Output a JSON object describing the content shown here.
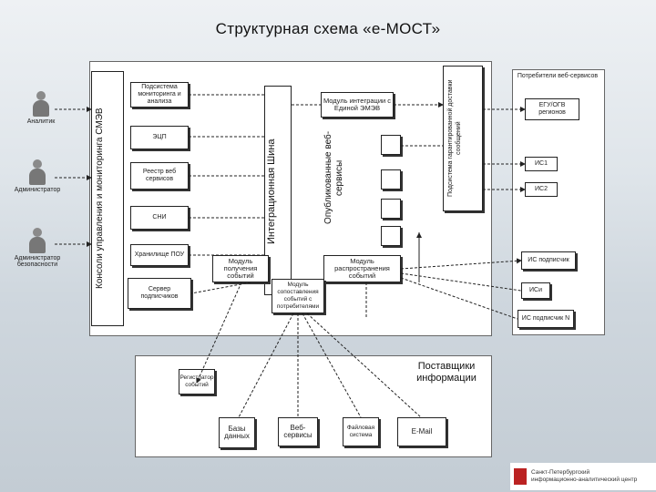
{
  "title": "Структурная схема «е-МОСТ»",
  "users": [
    {
      "label": "Аналитик"
    },
    {
      "label": "Администратор"
    },
    {
      "label": "Администратор безопасности"
    }
  ],
  "console_label": "Консоли управления и мониторинга СМЭВ",
  "left_modules": [
    {
      "label": "Подсистема мониторинга и анализа"
    },
    {
      "label": "ЭЦП"
    },
    {
      "label": "Реестр веб сервисов"
    },
    {
      "label": "СНИ"
    },
    {
      "label": "Хранилище ПОУ"
    },
    {
      "label": "Сервер подписчиков"
    }
  ],
  "bus_label": "Интеграционная Шина",
  "published_label": "Опубликованные веб-сервисы",
  "integration_module": "Модуль интеграции с Единой ЭМЭВ",
  "receiving_module": "Модуль получения событий",
  "distribution_module": "Модуль распространения событий",
  "mapping_module": "Модуль сопоставления событий с потребителями",
  "delivery_label": "Подсистема гарантированной доставки сообщений",
  "consumers": {
    "header": "Потребители веб-сервисов",
    "items": [
      {
        "label": "ЕГУ/ОГВ регионов"
      },
      {
        "label": "ИС1"
      },
      {
        "label": "ИС2"
      },
      {
        "label": "ИС подписчик"
      },
      {
        "label": "ИСи"
      },
      {
        "label": "ИС подписчик N"
      }
    ]
  },
  "providers": {
    "label": "Поставщики информации",
    "items": [
      {
        "label": "Регистратор событий"
      },
      {
        "label": "Базы данных"
      },
      {
        "label": "Веб-сервисы"
      },
      {
        "label": "Файловая система"
      },
      {
        "label": "E-Mail"
      }
    ]
  },
  "logo": {
    "line1": "Санкт-Петербургский",
    "line2": "информационно-аналитический центр"
  }
}
